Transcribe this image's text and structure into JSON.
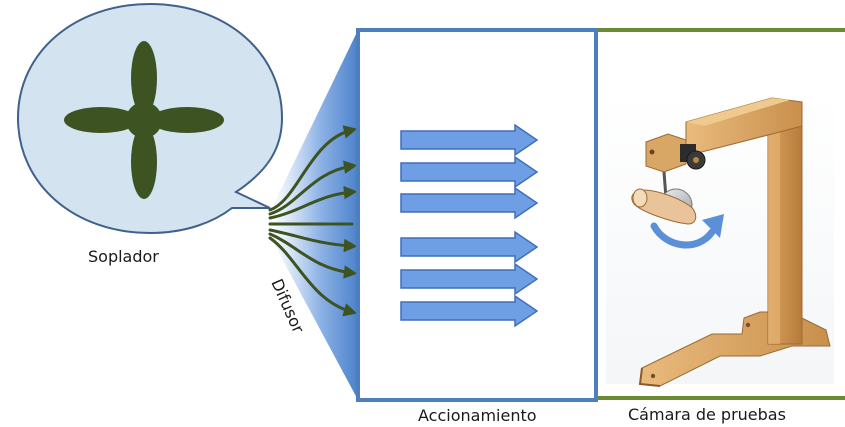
{
  "labels": {
    "blower": "Soplador",
    "diffuser": "Difusor",
    "actuation": "Accionamiento",
    "test_chamber": "Cámara de pruebas"
  },
  "colors": {
    "blower_fill": "#d3e3ef",
    "blower_stroke": "#40618b",
    "fan_green": "#3d5322",
    "diffuser_blue": "#5a8fd3",
    "frame_blue": "#4e7fbd",
    "frame_green": "#6a8a33",
    "arrow_fill": "#6e9ee4",
    "arrow_stroke": "#3f6fb7",
    "wood": "#d8a15e",
    "rotation_arrow": "#5b8fd8"
  },
  "icons": {
    "fan": "four-blade-fan-icon",
    "airflow": "airflow-arrows",
    "diffuser_streams": "curved-flow-arrows",
    "rig": "test-rig-model",
    "rotation": "rotation-arrow-icon"
  },
  "airflow_arrow_count": 6,
  "diffuser_stream_count": 7
}
